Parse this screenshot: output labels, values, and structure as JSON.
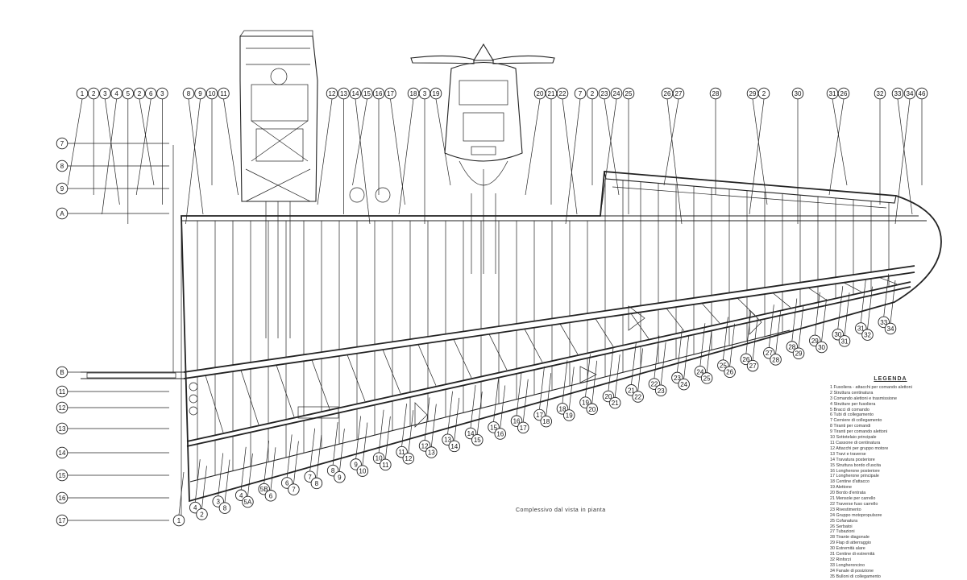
{
  "caption": "Complessivo dal vista in pianta",
  "legend": {
    "title": "LEGENDA",
    "items": [
      "1 Fusoliera - attacchi per comando alettoni",
      "2 Struttura centinatura",
      "3 Comando alettoni e trasmissione",
      "4 Strutture per fusoliera",
      "5 Bracci di comando",
      "6 Tubi di collegamento",
      "7 Cerniere di collegamento",
      "8 Tiranti per comandi",
      "9 Tiranti per comando alettoni",
      "10 Sottotelaio principale",
      "11 Cassone di centinatura",
      "12 Attacchi per gruppo motore",
      "13 Travi e traverse",
      "14 Travatura posteriore",
      "15 Struttura bordo d'uscita",
      "16 Longherone posteriore",
      "17 Longherone principale",
      "18 Centine d'attacco",
      "19 Alettone",
      "20 Bordo d'entrata",
      "21 Mensole per carrello",
      "22 Traverse fuso carrello",
      "23 Rivestimento",
      "24 Gruppo motopropulsore",
      "25 Cofanatura",
      "26 Serbatoi",
      "27 Tubazioni",
      "28 Tirante diagonale",
      "29 Flap di atterraggio",
      "30 Estremità alare",
      "31 Centine di estremità",
      "32 Rinforzi",
      "33 Longheroncino",
      "34 Fanale di posizione",
      "35 Bulloni di collegamento"
    ]
  },
  "callouts": {
    "top": [
      "1",
      "2",
      "3",
      "4",
      "5",
      "2",
      "6",
      "3",
      "8",
      "9",
      "10",
      "11",
      "12",
      "13",
      "14",
      "15",
      "16",
      "17",
      "18",
      "3",
      "19",
      "20",
      "21",
      "22",
      "7",
      "2",
      "23",
      "24",
      "25",
      "26",
      "27",
      "28",
      "29",
      "2",
      "30",
      "31",
      "26",
      "32",
      "33",
      "34",
      "46"
    ],
    "left": [
      "7",
      "8",
      "9",
      "A",
      "B",
      "11",
      "12",
      "13",
      "14",
      "15",
      "16",
      "17"
    ],
    "bottom": [
      "1",
      "4",
      "2",
      "3",
      "8",
      "4",
      "5A",
      "5B",
      "6",
      "6",
      "7",
      "7",
      "8",
      "8",
      "9",
      "9",
      "10",
      "10",
      "11",
      "11",
      "12",
      "12",
      "13",
      "13",
      "14",
      "14",
      "15",
      "15",
      "16",
      "16",
      "17",
      "17",
      "18",
      "18",
      "19",
      "19",
      "20",
      "20",
      "21",
      "21",
      "22",
      "22",
      "23",
      "23",
      "24",
      "24",
      "25",
      "25",
      "26",
      "26",
      "27",
      "27",
      "28",
      "28",
      "29",
      "29",
      "30",
      "30",
      "31",
      "31",
      "32",
      "33",
      "34"
    ]
  }
}
